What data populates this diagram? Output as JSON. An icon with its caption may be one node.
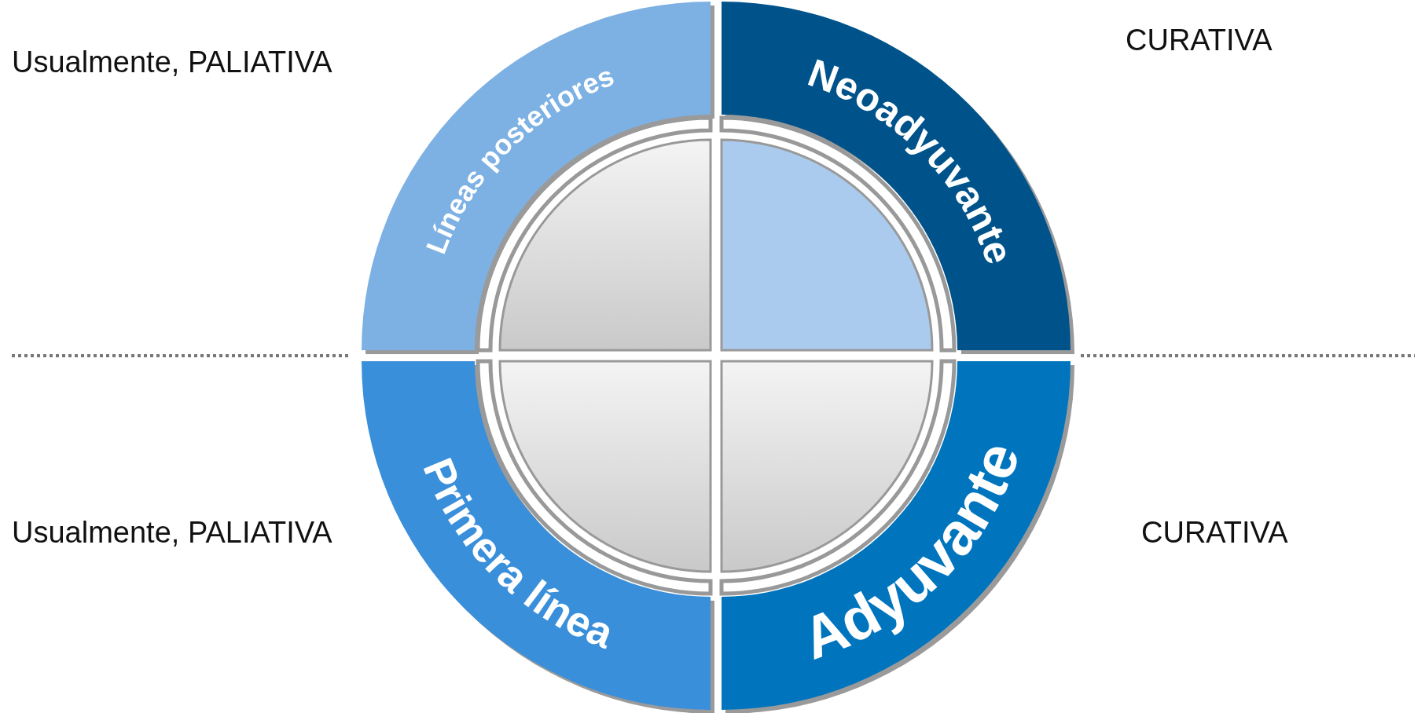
{
  "diagram": {
    "nodes": [
      {
        "text": [
          "Líneas posteriores"
        ]
      },
      {
        "text": [
          "Neoadyuvante"
        ]
      },
      {
        "text": [
          "Primera línea"
        ]
      },
      {
        "text": [
          "Adyuvante"
        ]
      }
    ],
    "labels": [
      "Usualmente, PALIATIVA",
      "CURATIVA",
      "Usualmente, PALIATIVA",
      "CURATIVA"
    ]
  }
}
